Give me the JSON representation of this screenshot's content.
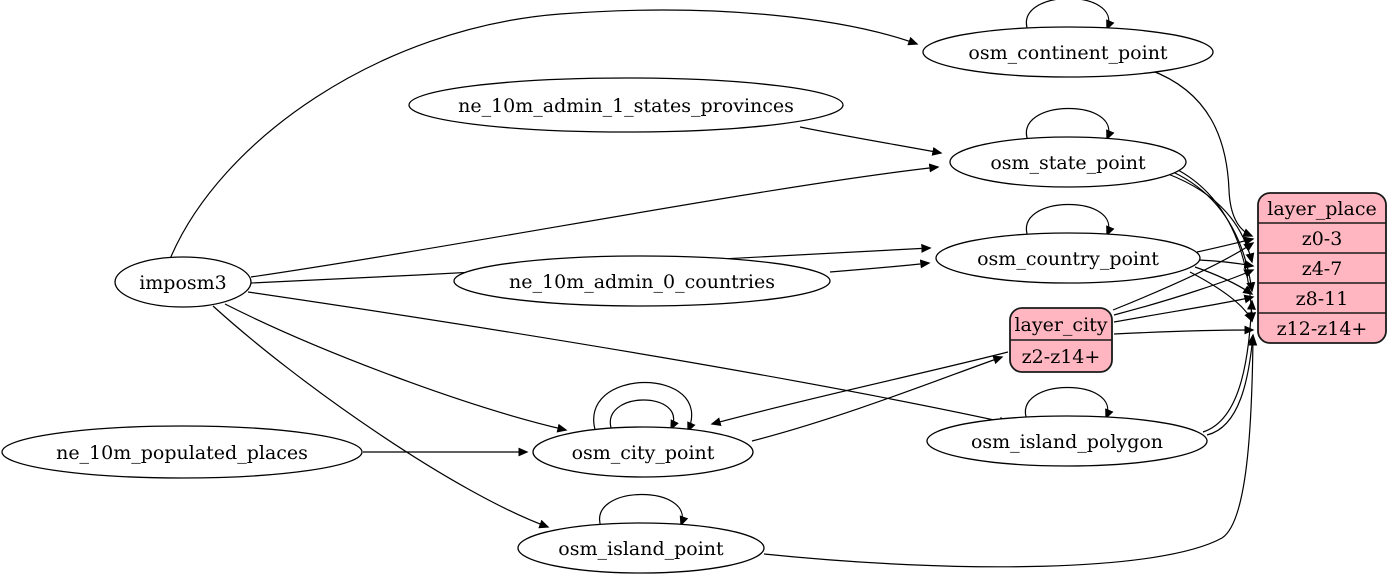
{
  "diagram": {
    "type": "etl-dependency-graph",
    "background": "#ffffff",
    "colors": {
      "node_fill": "#ffffff",
      "record_fill": "#ffb6c1",
      "stroke": "#000000"
    }
  },
  "nodes": {
    "imposm3": "imposm3",
    "ne_10m_admin_1_states_provinces": "ne_10m_admin_1_states_provinces",
    "ne_10m_admin_0_countries": "ne_10m_admin_0_countries",
    "ne_10m_populated_places": "ne_10m_populated_places",
    "osm_continent_point": "osm_continent_point",
    "osm_state_point": "osm_state_point",
    "osm_country_point": "osm_country_point",
    "osm_city_point": "osm_city_point",
    "osm_island_polygon": "osm_island_polygon",
    "osm_island_point": "osm_island_point"
  },
  "records": {
    "layer_place": {
      "title": "layer_place",
      "rows": [
        "z0-3",
        "z4-7",
        "z8-11",
        "z12-z14+"
      ]
    },
    "layer_city": {
      "title": "layer_city",
      "rows": [
        "z2-z14+"
      ]
    }
  },
  "edges": [
    {
      "from": "imposm3",
      "to": "osm_continent_point"
    },
    {
      "from": "imposm3",
      "to": "osm_state_point"
    },
    {
      "from": "imposm3",
      "to": "osm_country_point"
    },
    {
      "from": "imposm3",
      "to": "osm_city_point"
    },
    {
      "from": "imposm3",
      "to": "osm_island_polygon"
    },
    {
      "from": "imposm3",
      "to": "osm_island_point"
    },
    {
      "from": "ne_10m_admin_1_states_provinces",
      "to": "osm_state_point"
    },
    {
      "from": "ne_10m_admin_0_countries",
      "to": "osm_country_point"
    },
    {
      "from": "ne_10m_populated_places",
      "to": "osm_city_point"
    },
    {
      "from": "osm_continent_point",
      "to": "osm_continent_point"
    },
    {
      "from": "osm_state_point",
      "to": "osm_state_point"
    },
    {
      "from": "osm_country_point",
      "to": "osm_country_point"
    },
    {
      "from": "osm_city_point",
      "to": "osm_city_point"
    },
    {
      "from": "osm_city_point",
      "to": "osm_city_point"
    },
    {
      "from": "osm_island_polygon",
      "to": "osm_island_polygon"
    },
    {
      "from": "osm_island_point",
      "to": "osm_island_point"
    },
    {
      "from": "osm_continent_point",
      "to": "layer_place:z0-3"
    },
    {
      "from": "osm_country_point",
      "to": "layer_place:z0-3"
    },
    {
      "from": "osm_country_point",
      "to": "layer_place:z4-7"
    },
    {
      "from": "osm_country_point",
      "to": "layer_place:z8-11"
    },
    {
      "from": "osm_country_point",
      "to": "layer_place:z12-z14+"
    },
    {
      "from": "osm_state_point",
      "to": "layer_place:z4-7"
    },
    {
      "from": "osm_state_point",
      "to": "layer_place:z8-11"
    },
    {
      "from": "osm_state_point",
      "to": "layer_place:z12-z14+"
    },
    {
      "from": "osm_city_point",
      "to": "layer_city:z2-z14+"
    },
    {
      "from": "layer_city",
      "to": "layer_place:z0-3"
    },
    {
      "from": "layer_city",
      "to": "layer_place:z4-7"
    },
    {
      "from": "layer_city",
      "to": "layer_place:z8-11"
    },
    {
      "from": "layer_city",
      "to": "layer_place:z12-z14+"
    },
    {
      "from": "layer_city",
      "to": "osm_city_point"
    },
    {
      "from": "osm_island_polygon",
      "to": "layer_place:z8-11"
    },
    {
      "from": "osm_island_polygon",
      "to": "layer_place:z12-z14+"
    },
    {
      "from": "osm_island_point",
      "to": "layer_place:z12-z14+"
    }
  ]
}
